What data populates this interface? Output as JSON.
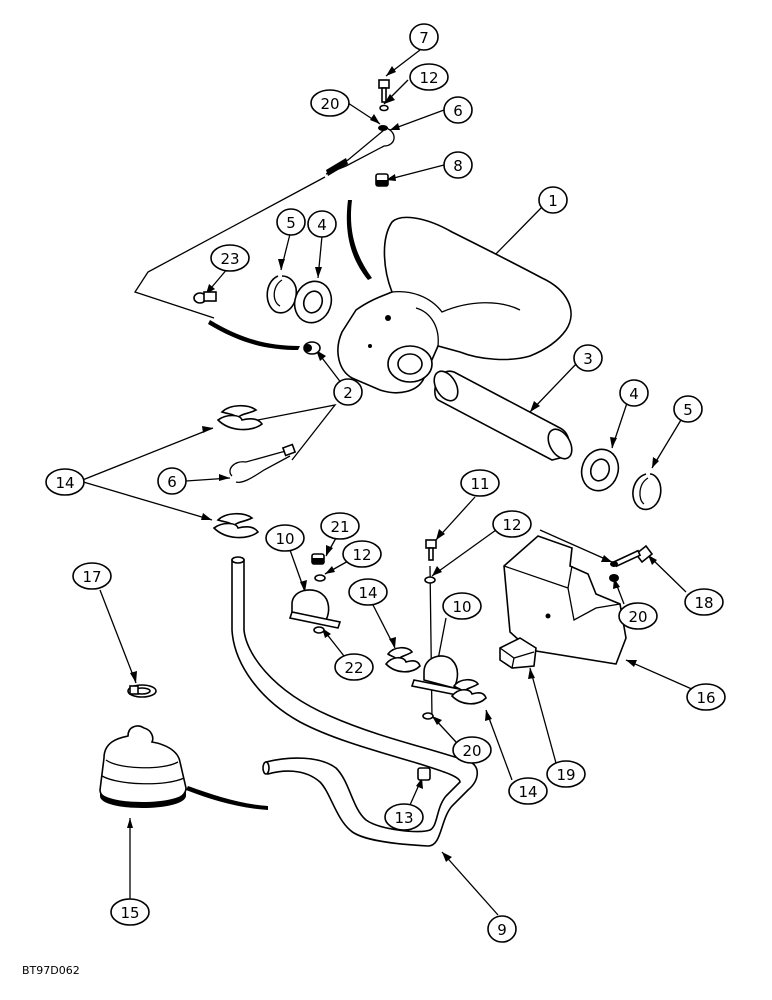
{
  "reference_code": "BT97D062",
  "callouts": [
    {
      "id": "c7",
      "label": "7"
    },
    {
      "id": "c12a",
      "label": "12"
    },
    {
      "id": "c20a",
      "label": "20"
    },
    {
      "id": "c6a",
      "label": "6"
    },
    {
      "id": "c8",
      "label": "8"
    },
    {
      "id": "c1",
      "label": "1"
    },
    {
      "id": "c5a",
      "label": "5"
    },
    {
      "id": "c4a",
      "label": "4"
    },
    {
      "id": "c23",
      "label": "23"
    },
    {
      "id": "c2",
      "label": "2"
    },
    {
      "id": "c3",
      "label": "3"
    },
    {
      "id": "c4b",
      "label": "4"
    },
    {
      "id": "c5b",
      "label": "5"
    },
    {
      "id": "c14a",
      "label": "14"
    },
    {
      "id": "c6b",
      "label": "6"
    },
    {
      "id": "c11",
      "label": "11"
    },
    {
      "id": "c12b",
      "label": "12"
    },
    {
      "id": "c10a",
      "label": "10"
    },
    {
      "id": "c21",
      "label": "21"
    },
    {
      "id": "c12c",
      "label": "12"
    },
    {
      "id": "c18",
      "label": "18"
    },
    {
      "id": "c20b",
      "label": "20"
    },
    {
      "id": "c17",
      "label": "17"
    },
    {
      "id": "c14b",
      "label": "14"
    },
    {
      "id": "c10b",
      "label": "10"
    },
    {
      "id": "c22",
      "label": "22"
    },
    {
      "id": "c16",
      "label": "16"
    },
    {
      "id": "c20c",
      "label": "20"
    },
    {
      "id": "c14c",
      "label": "14"
    },
    {
      "id": "c19",
      "label": "19"
    },
    {
      "id": "c13",
      "label": "13"
    },
    {
      "id": "c15",
      "label": "15"
    },
    {
      "id": "c9",
      "label": "9"
    }
  ]
}
